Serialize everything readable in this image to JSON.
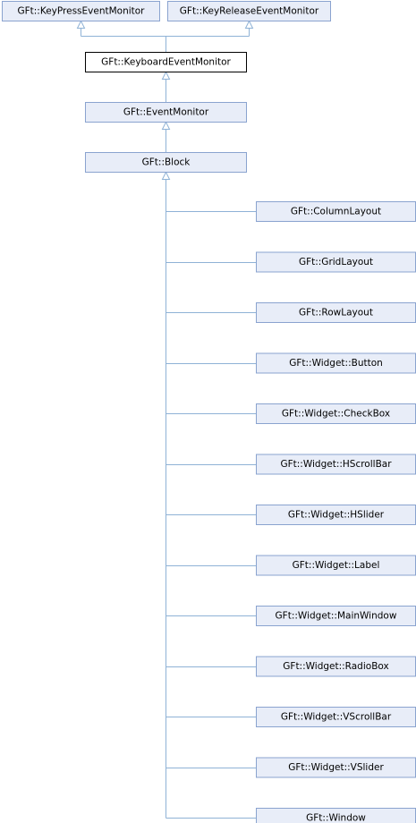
{
  "diagram": {
    "top_bases": [
      {
        "id": "kp",
        "label": "GFt::KeyPressEventMonitor"
      },
      {
        "id": "kr",
        "label": "GFt::KeyReleaseEventMonitor"
      }
    ],
    "chain": [
      {
        "id": "kb",
        "label": "GFt::KeyboardEventMonitor",
        "current": true
      },
      {
        "id": "em",
        "label": "GFt::EventMonitor"
      },
      {
        "id": "bl",
        "label": "GFt::Block"
      }
    ],
    "derived": [
      {
        "id": "d0",
        "label": "GFt::ColumnLayout"
      },
      {
        "id": "d1",
        "label": "GFt::GridLayout"
      },
      {
        "id": "d2",
        "label": "GFt::RowLayout"
      },
      {
        "id": "d3",
        "label": "GFt::Widget::Button"
      },
      {
        "id": "d4",
        "label": "GFt::Widget::CheckBox"
      },
      {
        "id": "d5",
        "label": "GFt::Widget::HScrollBar"
      },
      {
        "id": "d6",
        "label": "GFt::Widget::HSlider"
      },
      {
        "id": "d7",
        "label": "GFt::Widget::Label"
      },
      {
        "id": "d8",
        "label": "GFt::Widget::MainWindow"
      },
      {
        "id": "d9",
        "label": "GFt::Widget::RadioBox"
      },
      {
        "id": "d10",
        "label": "GFt::Widget::VScrollBar"
      },
      {
        "id": "d11",
        "label": "GFt::Widget::VSlider"
      },
      {
        "id": "d12",
        "label": "GFt::Window"
      }
    ],
    "colors": {
      "node_fill": "#e8edf8",
      "node_border": "#8aa3cf",
      "current_node_border": "#000000",
      "edge": "#8fb2d6"
    }
  }
}
